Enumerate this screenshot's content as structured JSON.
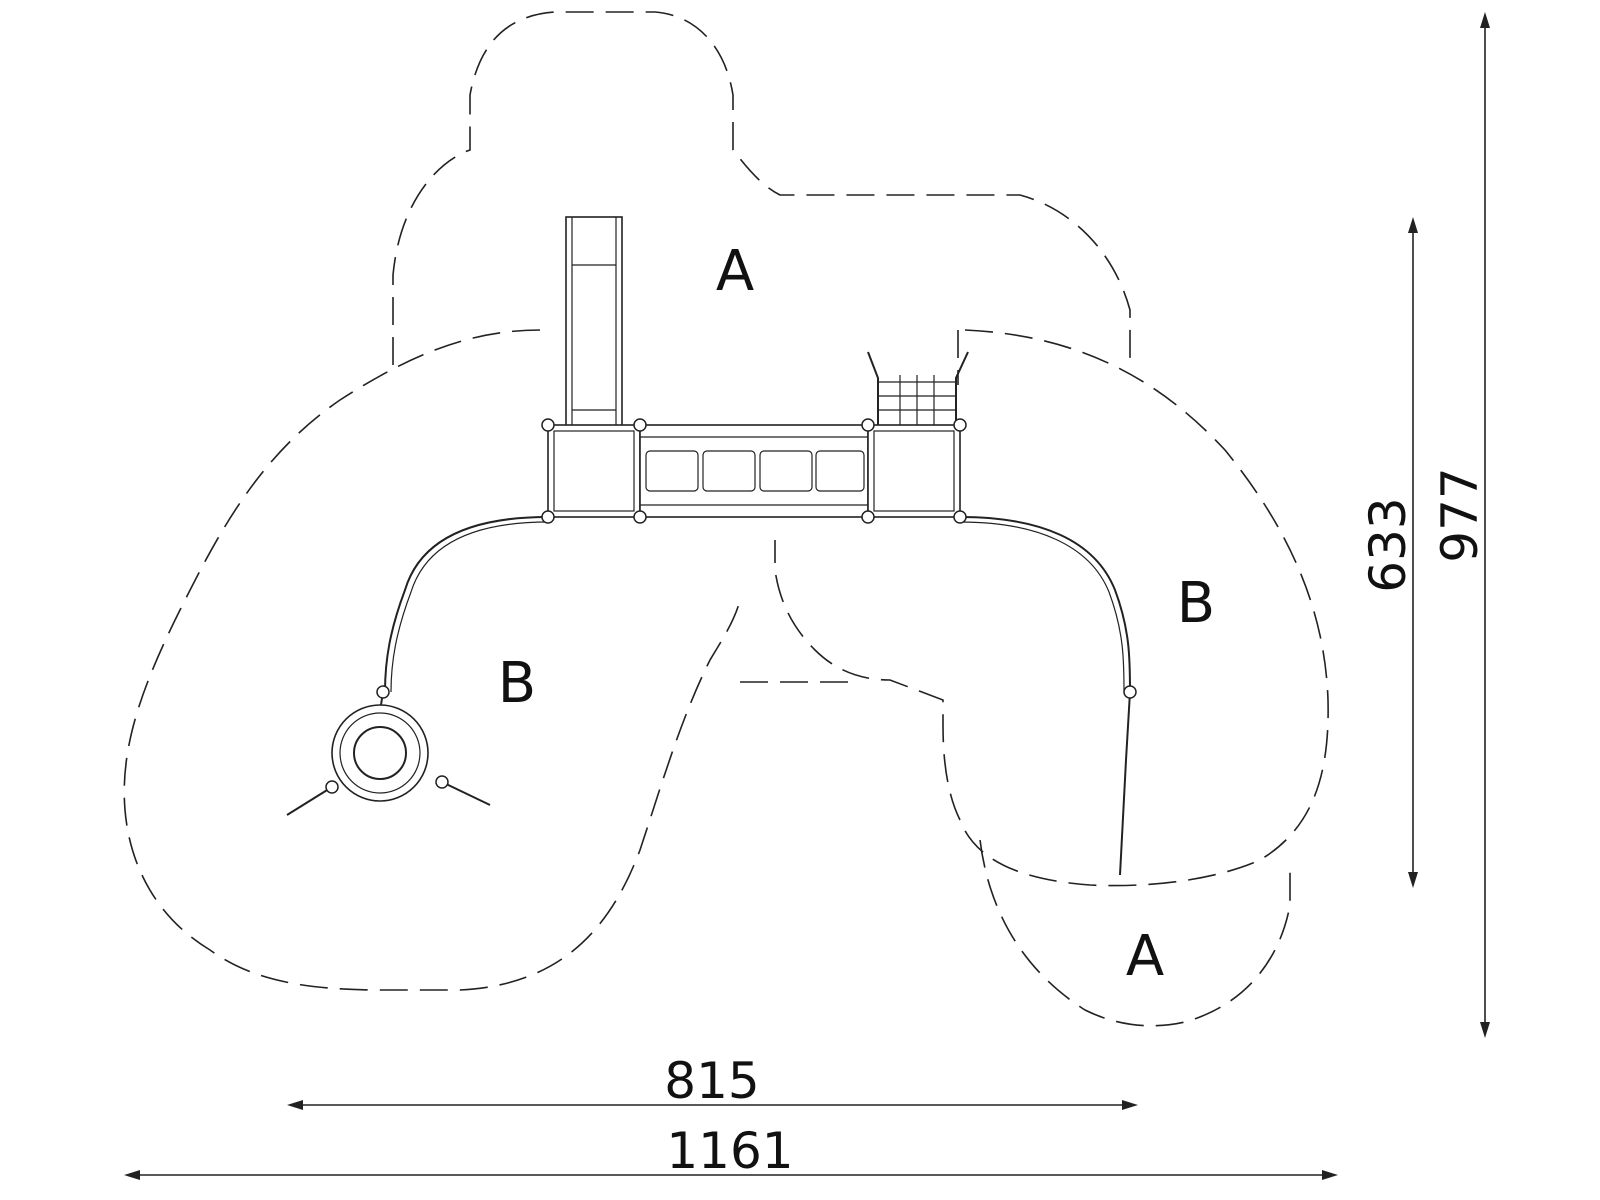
{
  "zones": {
    "top_left": "A",
    "left": "B",
    "right": "B",
    "bottom_right": "A"
  },
  "dimensions": {
    "width_equipment": "815",
    "width_total": "1161",
    "height_equipment": "633",
    "height_total": "977"
  }
}
